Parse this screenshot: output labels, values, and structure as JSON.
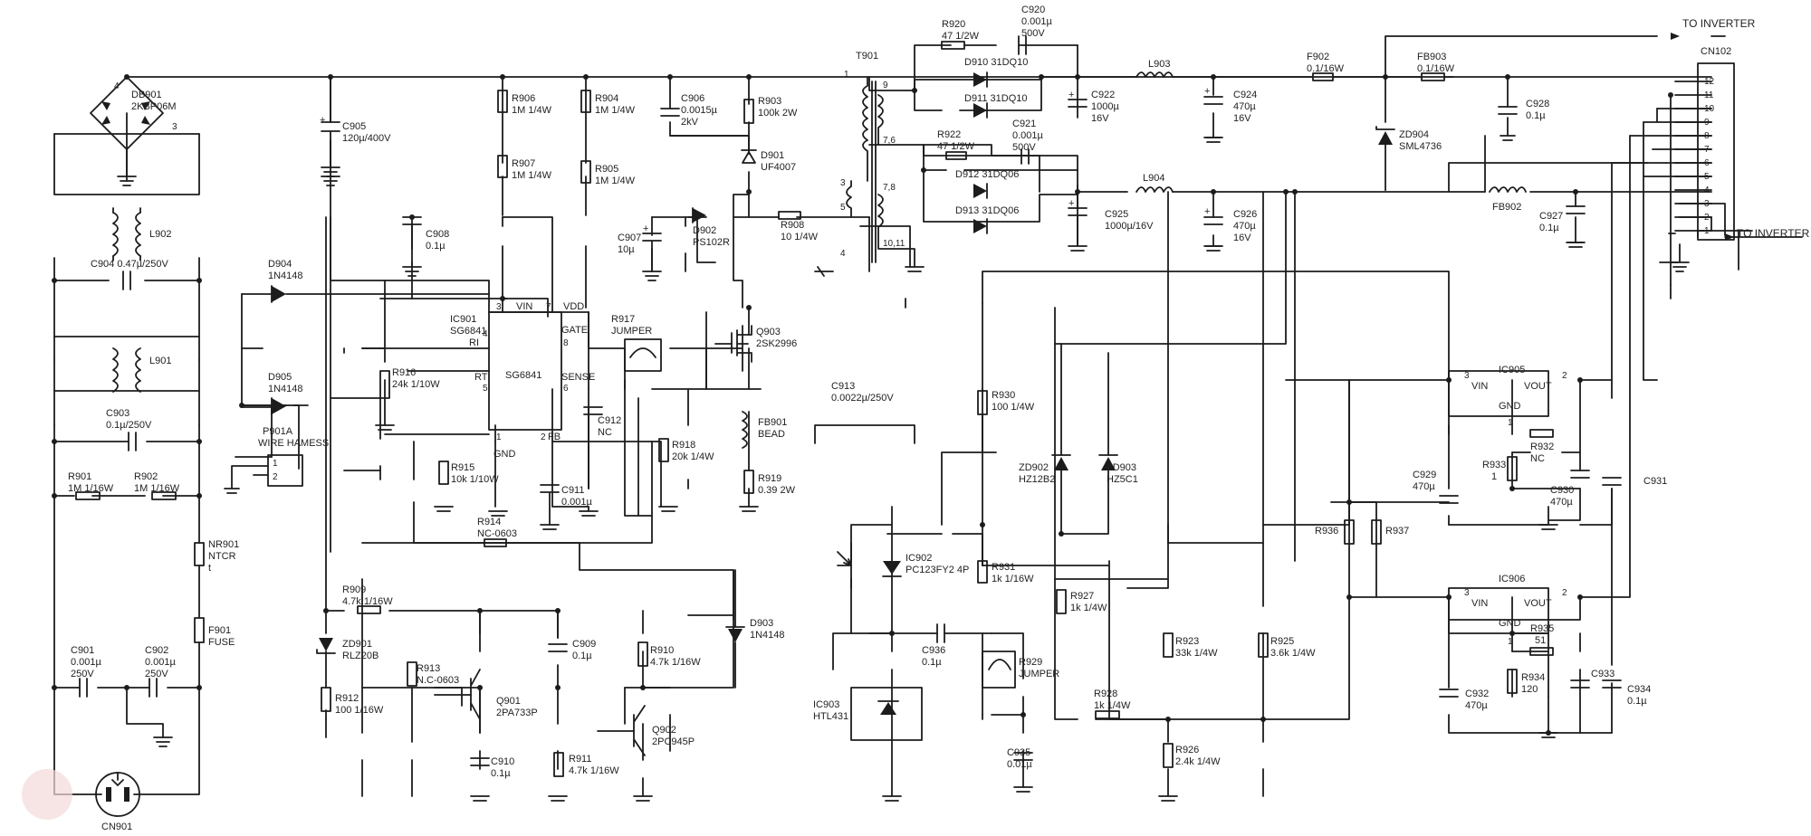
{
  "labels": {
    "to_inverter_top": "TO INVERTER",
    "to_inverter_bottom": "TO INVERTER",
    "cn102": "CN102",
    "db901": "DB901",
    "db901_part": "2KBP06M",
    "c905": "C905",
    "c905_val": "120µ/400V",
    "r906": "R906",
    "r906_val": "1M 1/4W",
    "r907": "R907",
    "r907_val": "1M 1/4W",
    "r904": "R904",
    "r904_val": "1M 1/4W",
    "r905": "R905",
    "r905_val": "1M 1/4W",
    "c906": "C906",
    "c906_val1": "0.0015µ",
    "c906_val2": "2kV",
    "r903": "R903",
    "r903_val": "100k 2W",
    "d901": "D901",
    "d901_part": "UF4007",
    "t901": "T901",
    "r920": "R920",
    "r920_val": "47 1/2W",
    "c920": "C920",
    "c920_val1": "0.001µ",
    "c920_val2": "500V",
    "d910": "D910 31DQ10",
    "d911": "D911 31DQ10",
    "c922": "C922",
    "c922_val1": "1000µ",
    "c922_val2": "16V",
    "l903": "L903",
    "c924": "C924",
    "c924_val1": "470µ",
    "c924_val2": "16V",
    "f902": "F902",
    "f902_val": "0.1/16W",
    "fb903": "FB903",
    "fb903_val": "0.1/16W",
    "c928": "C928",
    "c928_val": "0.1µ",
    "zd904": "ZD904",
    "zd904_part": "SML4736",
    "r922": "R922",
    "r922_val": "47 1/2W",
    "c921": "C921",
    "c921_val1": "0.001µ",
    "c921_val2": "500V",
    "d912": "D912 31DQ06",
    "d913": "D913 31DQ06",
    "l904": "L904",
    "c925": "C925",
    "c925_val": "1000µ/16V",
    "c926": "C926",
    "c926_val1": "470µ",
    "c926_val2": "16V",
    "fb902": "FB902",
    "c927": "C927",
    "c927_val": "0.1µ",
    "c908": "C908",
    "c908_val": "0.1µ",
    "c907": "C907",
    "c907_val": "10µ",
    "d902": "D902",
    "d902_part": "PS102R",
    "r908": "R908",
    "r908_val": "10 1/4W",
    "l902": "L902",
    "c904": "C904 0.47µ/250V",
    "l901": "L901",
    "d904": "D904",
    "d904_part": "1N4148",
    "d905": "D905",
    "d905_part": "1N4148",
    "ic901": "IC901",
    "ic901_part": "SG6841",
    "ic901_body": "SG6841",
    "vin": "VIN",
    "vdd": "VDD",
    "ri": "RI",
    "gate": "GATE",
    "rt": "RT",
    "sense": "SENSE",
    "gnd": "GND",
    "fb": "FB",
    "r917": "R917",
    "r917_val": "JUMPER",
    "q903": "Q903",
    "q903_part": "2SK2996",
    "r916": "R916",
    "r916_val": "24k 1/10W",
    "c912": "C912",
    "c912_val": "NC",
    "c913": "C913",
    "c913_val": "0.0022µ/250V",
    "r930": "R930",
    "r930_val": "100 1/4W",
    "c903": "C903",
    "c903_val": "0.1µ/250V",
    "p901a": "P901A",
    "p901a_val": "WIRE HAMESS",
    "r915": "R915",
    "r915_val": "10k 1/10W",
    "r918": "R918",
    "r918_val": "20k 1/4W",
    "fb901": "FB901",
    "fb901_val": "BEAD",
    "zd902": "ZD902",
    "zd902_part": "HZ12B2",
    "zd903": "ZD903",
    "zd903_part": "HZ5C1",
    "ic905": "IC905",
    "vout": "VOUT",
    "r932": "R932",
    "r932_val": "NC",
    "r933": "R933",
    "r933_val": "1",
    "c929": "C929",
    "c929_val": "470µ",
    "c930": "C930",
    "c930_val": "470µ",
    "c931": "C931",
    "r901": "R901",
    "r901_val": "1M 1/16W",
    "r902": "R902",
    "r902_val": "1M 1/16W",
    "r919": "R919",
    "r919_val": "0.39 2W",
    "c911": "C911",
    "c911_val": "0.001µ",
    "r914": "R914",
    "r914_val": "NC-0603",
    "ic902": "IC902",
    "ic902_part": "PC123FY2 4P",
    "r931": "R931",
    "r931_val": "1k 1/16W",
    "r936": "R936",
    "r937": "R937",
    "nr901": "NR901",
    "nr901_val1": "NTCR",
    "nr901_val2": "t",
    "r909": "R909",
    "r909_val": "4.7k 1/16W",
    "d903": "D903",
    "d903_part": "1N4148",
    "zd901": "ZD901",
    "zd901_part": "RLZ20B",
    "r910": "R910",
    "r910_val": "4.7k 1/16W",
    "c909": "C909",
    "c909_val": "0.1µ",
    "r927": "R927",
    "r927_val": "1k 1/4W",
    "ic906": "IC906",
    "r935": "R935",
    "r935_val": "51",
    "f901": "F901",
    "f901_val": "FUSE",
    "c901": "C901",
    "c901_val1": "0.001µ",
    "c901_val2": "250V",
    "c902": "C902",
    "c902_val1": "0.001µ",
    "c902_val2": "250V",
    "c936": "C936",
    "c936_val": "0.1µ",
    "r929": "R929",
    "r929_val": "JUMPER",
    "r923": "R923",
    "r923_val": "33k 1/4W",
    "r925": "R925",
    "r925_val": "3.6k 1/4W",
    "r913": "R913",
    "r913_val": "N.C-0603",
    "q901": "Q901",
    "q901_part": "2PA733P",
    "r912": "R912",
    "r912_val": "100 1/16W",
    "q902": "Q902",
    "q902_part": "2PC945P",
    "r934": "R934",
    "r934_val": "120",
    "c932": "C932",
    "c932_val": "470µ",
    "c933": "C933",
    "c934": "C934",
    "c934_val": "0.1µ",
    "ic903": "IC903",
    "ic903_part": "HTL431",
    "r928": "R928",
    "r928_val": "1k 1/4W",
    "c935": "C935",
    "c935_val": "0.01µ",
    "r926": "R926",
    "r926_val": "2.4k 1/4W",
    "c910": "C910",
    "c910_val": "0.1µ",
    "r911": "R911",
    "r911_val": "4.7k 1/16W",
    "cn901": "CN901"
  },
  "pins": {
    "db_4": "4",
    "db_3": "3",
    "t_1": "1",
    "t_3": "3",
    "t_5": "5",
    "t_4": "4",
    "t_9": "9",
    "t_76": "7,6",
    "t_78": "7,8",
    "t_1011": "10,11",
    "ic_3": "3",
    "ic_7": "7",
    "ic_4": "4",
    "ic_8": "8",
    "ic_5": "5",
    "ic_6": "6",
    "ic_1": "1",
    "ic_2": "2",
    "p_1": "1",
    "p_2": "2",
    "cn": [
      "12",
      "11",
      "10",
      "9",
      "8",
      "7",
      "6",
      "5",
      "4",
      "3",
      "2",
      "1"
    ],
    "ic905_3": "3",
    "ic905_2": "2",
    "ic905_1": "1",
    "ic906_3": "3",
    "ic906_2": "2",
    "ic906_1": "1"
  }
}
